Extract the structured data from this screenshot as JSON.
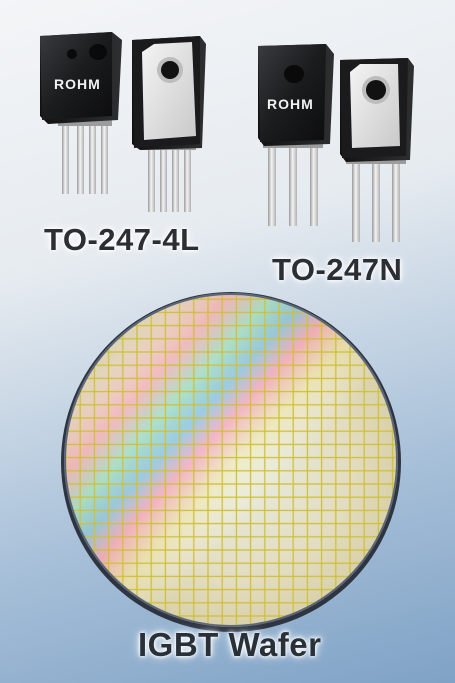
{
  "labels": {
    "package_a": "TO-247-4L",
    "package_b": "TO-247N",
    "wafer": "IGBT Wafer"
  },
  "brand": "ROHM",
  "colors": {
    "package_body": "#1c1c1e",
    "metal_tab": "#dcdcdc",
    "leads": "#e4e4e4",
    "grid_line": "#d8c94a",
    "text": "#2b2e33"
  }
}
